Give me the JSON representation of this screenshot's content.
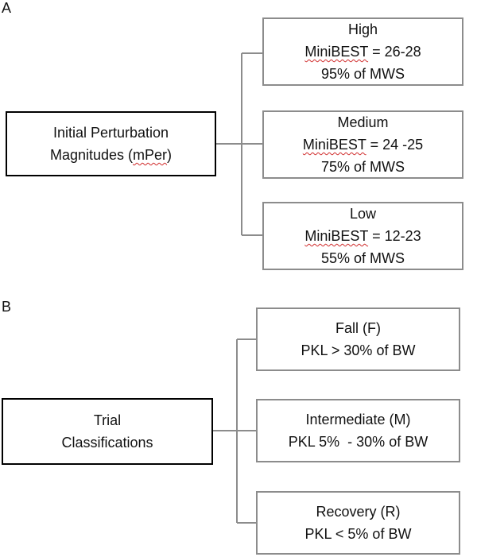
{
  "panel_a": {
    "label": "A",
    "root": {
      "line1": "Initial Perturbation",
      "line2_prefix": "Magnitudes (",
      "line2_term": "mPer",
      "line2_suffix": ")"
    },
    "children": [
      {
        "title": "High",
        "term": "MiniBEST",
        "value": " = 26-28",
        "speed": "95% of MWS"
      },
      {
        "title": "Medium",
        "term": "MiniBEST",
        "value": " = 24 -25",
        "speed": "75% of MWS"
      },
      {
        "title": "Low",
        "term": "MiniBEST",
        "value": " = 12-23",
        "speed": "55% of MWS"
      }
    ]
  },
  "panel_b": {
    "label": "B",
    "root": {
      "line1": "Trial",
      "line2": "Classifications"
    },
    "children": [
      {
        "title": "Fall (F)",
        "criterion": "PKL > 30% of BW"
      },
      {
        "title": "Intermediate (M)",
        "criterion": "PKL 5%  - 30% of BW"
      },
      {
        "title": "Recovery (R)",
        "criterion": "PKL < 5% of BW"
      }
    ]
  },
  "colors": {
    "root_border": "#000000",
    "child_border": "#8c8c8c",
    "connector": "#8c8c8c",
    "spellcheck_underline": "#d02a2a"
  }
}
